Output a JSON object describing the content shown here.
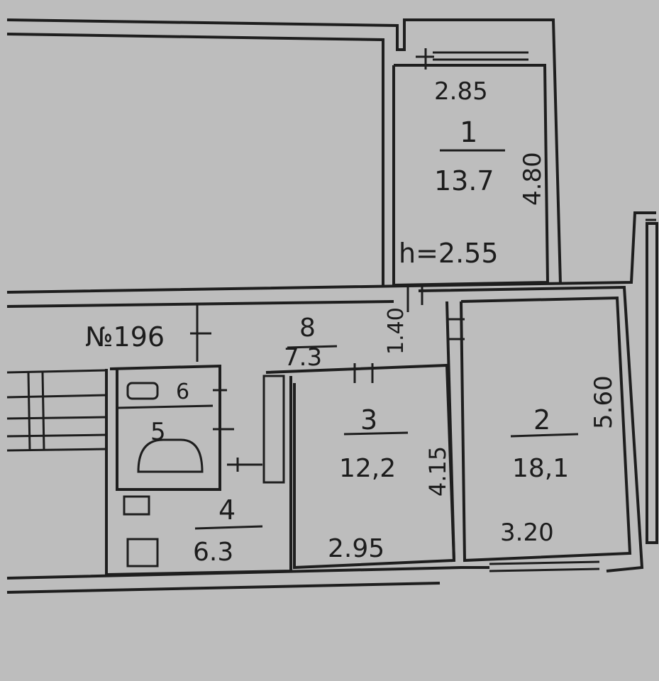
{
  "plan_number": "№196",
  "rooms": [
    {
      "id": "room-1",
      "number": "1",
      "area": "13.7"
    },
    {
      "id": "room-2",
      "number": "2",
      "area": "18,1"
    },
    {
      "id": "room-3",
      "number": "3",
      "area": "12,2"
    },
    {
      "id": "room-4",
      "number": "4",
      "area": "6.3"
    },
    {
      "id": "room-5",
      "number": "5",
      "area": ""
    },
    {
      "id": "room-6",
      "number": "6",
      "area": ""
    },
    {
      "id": "room-8",
      "number": "8",
      "area": "7.3"
    }
  ],
  "dimensions": {
    "room1_width": "2.85",
    "room1_length": "4.80",
    "ceiling_height": "h=2.55",
    "corridor_width": "1.40",
    "room2_length": "5.60",
    "room2_width": "3.20",
    "room3_length": "4.15",
    "room3_width": "2.95"
  },
  "colors": {
    "background": "#bdbdbd",
    "ink": "#1e1e1e"
  }
}
